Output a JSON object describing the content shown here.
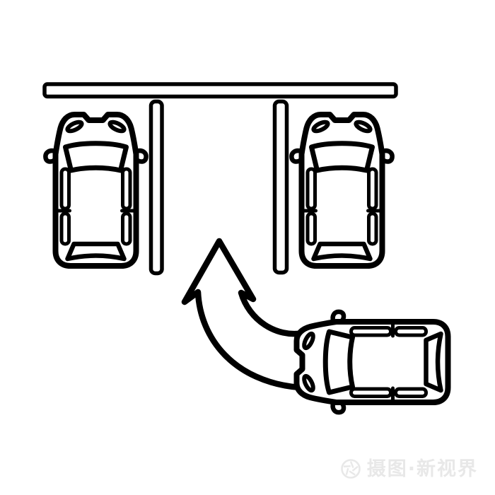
{
  "meta": {
    "description": "Black outline icon: top-view parking scene. Two cars parked nose-in at a lane line with bay divider lines; a third car approaches from bottom right and a curved arrow points into the empty middle bay.",
    "style": "line-art icon, black strokes on white"
  },
  "colors": {
    "line": "#000000",
    "bg": "#ffffff",
    "watermark": "#e8e8e8"
  },
  "scene": {
    "lane_line_top": "parking lane boundary line",
    "divider_left": "parking bay divider",
    "divider_right": "parking bay divider",
    "parked_car_left": "parked car, top view, nose up",
    "parked_car_right": "parked car, top view, nose up",
    "moving_car": "car entering lot, top view, nose left",
    "turn_arrow": "curved arrow from moving car into empty middle bay"
  },
  "watermark": {
    "logo": "aperture-icon",
    "text": "摄图·新视界"
  }
}
